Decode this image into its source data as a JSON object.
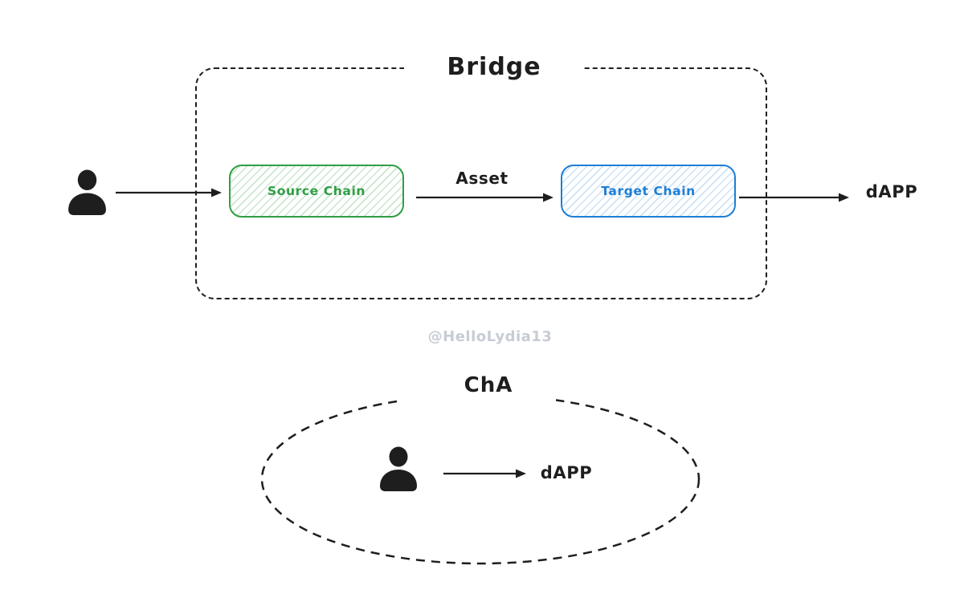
{
  "colors": {
    "background": "#ffffff",
    "stroke": "#1e1e1e",
    "source_green": "#2f9e44",
    "target_blue": "#1c7ed6",
    "watermark_gray": "#c7ccd4"
  },
  "bridge_diagram": {
    "title": "Bridge",
    "nodes": {
      "user": {
        "icon": "person-icon"
      },
      "source_chain": {
        "label": "Source Chain",
        "color": "#2f9e44",
        "fill": "green-hatch"
      },
      "target_chain": {
        "label": "Target Chain",
        "color": "#1c7ed6",
        "fill": "blue-hatch"
      },
      "dapp": {
        "label": "dAPP"
      }
    },
    "edges": [
      {
        "from": "user",
        "to": "source_chain",
        "label": ""
      },
      {
        "from": "source_chain",
        "to": "target_chain",
        "label": "Asset"
      },
      {
        "from": "target_chain",
        "to": "dapp",
        "label": ""
      }
    ]
  },
  "watermark": {
    "text": "@HelloLydia13"
  },
  "chain_diagram": {
    "title": "ChA",
    "nodes": {
      "user": {
        "icon": "person-icon"
      },
      "dapp": {
        "label": "dAPP"
      }
    },
    "edges": [
      {
        "from": "user",
        "to": "dapp",
        "label": ""
      }
    ]
  }
}
